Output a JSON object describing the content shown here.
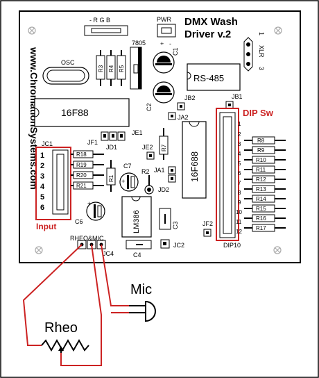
{
  "board": {
    "title_line1": "DMX Wash",
    "title_line2": "Driver v.2",
    "website": "www.ChromationSystems.com"
  },
  "labels": {
    "rgb_header": "- R G B",
    "pwr": "PWR",
    "reg": "7805",
    "c1": "C1",
    "c2": "C2",
    "osc": "OSC",
    "r3": "R3",
    "r4": "R4",
    "r5": "R5",
    "rs485": "RS-485",
    "jb2": "JB2",
    "jb1": "JB1",
    "ic_16f88": "16F88",
    "ja2": "JA2",
    "je1": "JE1",
    "jf1": "JF1",
    "jd1": "JD1",
    "je2": "JE2",
    "r7": "R7",
    "ja1": "JA1",
    "r1": "R1",
    "c7": "C7",
    "r2": "R2",
    "jd2": "JD2",
    "ic_16f688": "16F688",
    "jc1": "JC1",
    "r18": "R18",
    "r19": "R19",
    "r20": "R20",
    "r21": "R21",
    "c6": "C6",
    "lm386": "LM386",
    "c3": "C3",
    "c4": "C4",
    "jc2": "JC2",
    "jf2": "JF2",
    "dip10": "DIP10",
    "rheo_mic": "RHEO&MIC",
    "jc4": "JC4",
    "xlr": "XLR",
    "xlr_1": "1",
    "xlr_3": "3",
    "plus": "+",
    "minus": "-"
  },
  "input": {
    "title": "Input",
    "pins": [
      "1",
      "2",
      "3",
      "4",
      "5",
      "6"
    ]
  },
  "dip": {
    "title": "DIP Sw",
    "pins": [
      "1",
      "2",
      "3",
      "4",
      "5",
      "6",
      "7",
      "8",
      "9",
      "10",
      "11",
      "12"
    ],
    "resistors": [
      "R8",
      "R9",
      "R10",
      "R11",
      "R12",
      "R13",
      "R14",
      "R15",
      "R16",
      "R17"
    ]
  },
  "external": {
    "mic": "Mic",
    "rheo": "Rheo"
  },
  "colors": {
    "highlight": "#cc2222",
    "board_border": "#000000"
  }
}
